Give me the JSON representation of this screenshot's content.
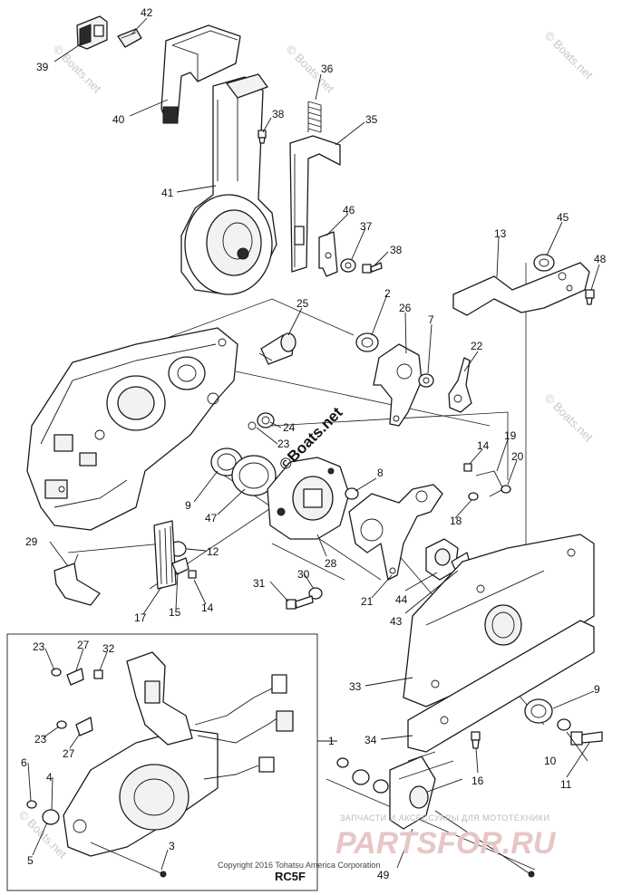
{
  "watermark": {
    "text": "© Boats.net"
  },
  "stamp": {
    "text": "©Boats.net"
  },
  "copyright": "Copyright 2016 Tohatsu America Corporation",
  "inset": {
    "model": "RC5F"
  },
  "branding": {
    "tagline": "ЗАПЧАСТИ И АКСЕССУАРЫ ДЛЯ МОТОТЕХНИКИ",
    "name": "PARTSFOR.RU"
  },
  "callouts": {
    "c1": "1",
    "c2": "2",
    "c3": "3",
    "c4": "4",
    "c5": "5",
    "c6": "6",
    "c7": "7",
    "c8": "8",
    "c9a": "9",
    "c9b": "9",
    "c10": "10",
    "c11": "11",
    "c12": "12",
    "c13": "13",
    "c14a": "14",
    "c14b": "14",
    "c15": "15",
    "c16": "16",
    "c17": "17",
    "c18": "18",
    "c19": "19",
    "c20": "20",
    "c21": "21",
    "c22": "22",
    "c23a": "23",
    "c23b": "23",
    "c23c": "23",
    "c24": "24",
    "c25": "25",
    "c26": "26",
    "c27a": "27",
    "c27b": "27",
    "c28": "28",
    "c29": "29",
    "c30": "30",
    "c31": "31",
    "c32": "32",
    "c33": "33",
    "c34": "34",
    "c35": "35",
    "c36": "36",
    "c37": "37",
    "c38a": "38",
    "c38b": "38",
    "c39": "39",
    "c40": "40",
    "c41": "41",
    "c42": "42",
    "c43": "43",
    "c44": "44",
    "c45": "45",
    "c46": "46",
    "c47": "47",
    "c48": "48",
    "c49": "49"
  }
}
